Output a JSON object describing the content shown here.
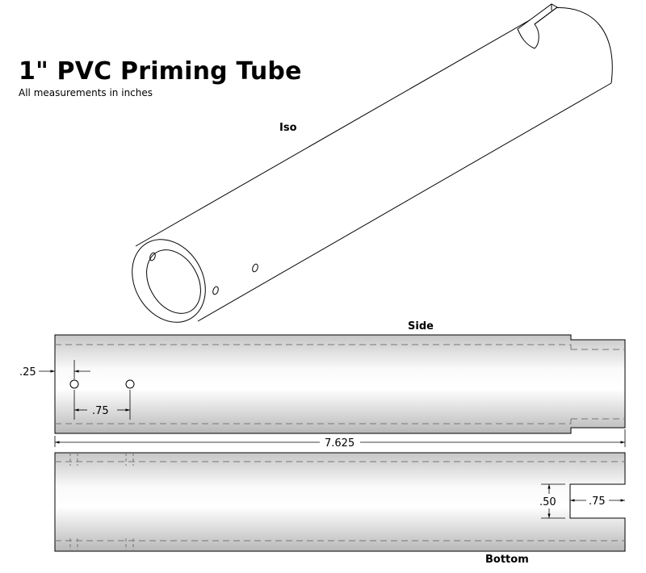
{
  "title": "1\" PVC Priming Tube",
  "subtitle": "All measurements in inches",
  "views": {
    "iso": "Iso",
    "side": "Side",
    "bottom": "Bottom"
  },
  "dimensions": {
    "hole_inset": ".25",
    "hole_spacing": ".75",
    "overall_length": "7.625",
    "slot_width": ".50",
    "slot_depth": ".75"
  },
  "colors": {
    "line": "#000000",
    "hidden_line": "#777777",
    "tube_light": "#ffffff",
    "tube_shade": "#c4c4c4"
  }
}
